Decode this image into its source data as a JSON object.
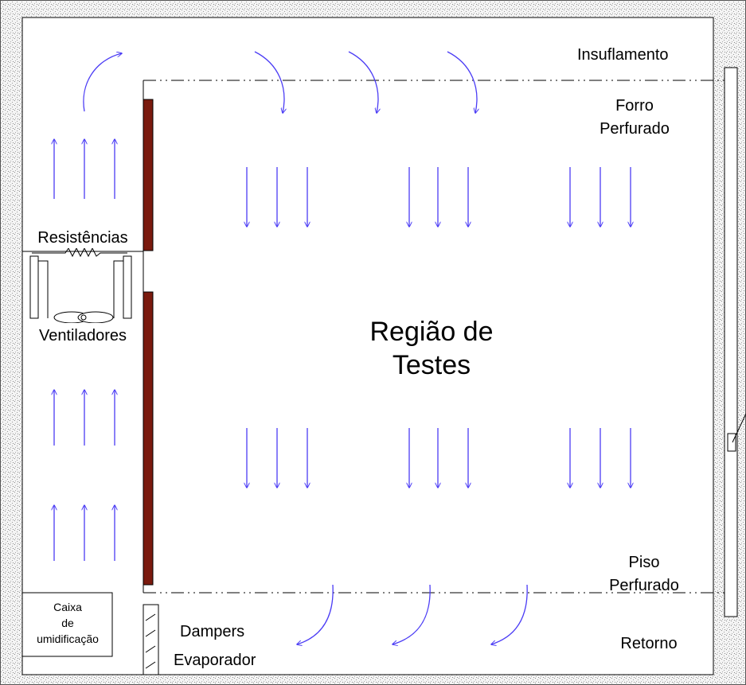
{
  "labels": {
    "supply": "Insuflamento",
    "perforated_ceiling_1": "Forro",
    "perforated_ceiling_2": "Perfurado",
    "heaters": "Resistências",
    "fans": "Ventiladores",
    "test_region_1": "Região de",
    "test_region_2": "Testes",
    "perforated_floor_1": "Piso",
    "perforated_floor_2": "Perfurado",
    "humidifier_1": "Caixa",
    "humidifier_2": "de",
    "humidifier_3": "umidificação",
    "dampers": "Dampers",
    "evaporator": "Evaporador",
    "return": "Retorno"
  },
  "colors": {
    "airflow": "#4a3bf5",
    "wall_panel": "#7a1a0e",
    "outline": "#000000",
    "hatch": "#9a9a9a"
  }
}
